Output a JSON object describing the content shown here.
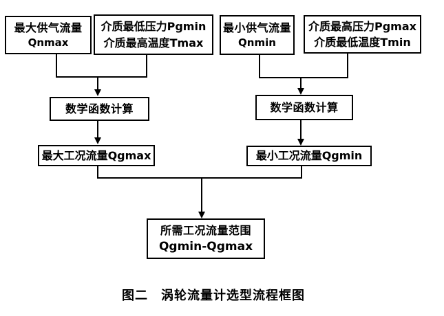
{
  "figure": {
    "caption": "图二　涡轮流量计选型流程框图"
  },
  "nodes": {
    "qnmax": {
      "line1": "最大供气流量",
      "line2": "Qnmax"
    },
    "pgmin_tmax": {
      "line1": "介质最低压力Pgmin",
      "line2": "介质最高温度Tmax"
    },
    "qnmin": {
      "line1": "最小供气流量",
      "line2": "Qnmin"
    },
    "pgmax_tmin": {
      "line1": "介质最高压力Pgmax",
      "line2": "介质最低温度Tmin"
    },
    "math_left": {
      "label": "数学函数计算"
    },
    "math_right": {
      "label": "数学函数计算"
    },
    "qgmax": {
      "label": "最大工况流量Qgmax"
    },
    "qgmin": {
      "label": "最小工况流量Qgmin"
    },
    "result": {
      "line1": "所需工况流量范围",
      "line2": "Qgmin-Qgmax"
    }
  },
  "colors": {
    "line": "#000000",
    "background": "#ffffff",
    "text": "#000000"
  }
}
